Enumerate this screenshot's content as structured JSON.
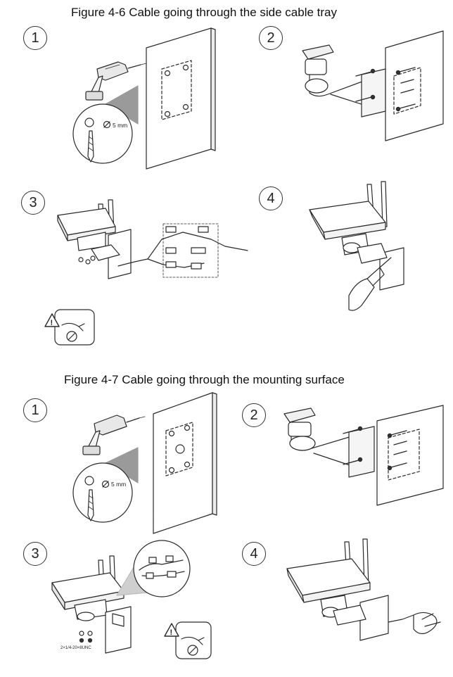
{
  "figures": [
    {
      "caption": "Figure 4-6 Cable going through the side cable tray",
      "steps": [
        "1",
        "2",
        "3",
        "4"
      ],
      "drill_label": "5 mm"
    },
    {
      "caption": "Figure 4-7 Cable going through the mounting surface",
      "steps": [
        "1",
        "2",
        "3",
        "4"
      ],
      "drill_label": "5 mm",
      "screw_label": "2×1/4-20×8UNC"
    }
  ],
  "icons": [
    "warning-icon",
    "power-plug-icon",
    "drill-icon",
    "drill-bit-icon",
    "camera-icon",
    "bracket-icon",
    "screw-icon",
    "hand-icon",
    "cable-icon"
  ]
}
